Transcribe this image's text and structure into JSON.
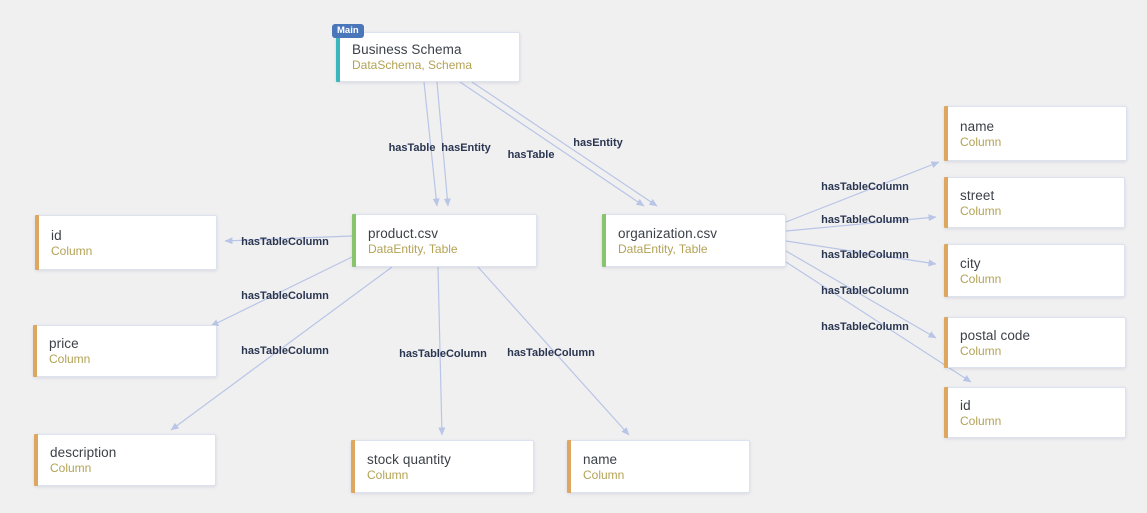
{
  "app": {
    "view": "schema-graph"
  },
  "colors": {
    "canvas_background": "#f0f0f1",
    "schema_accent": "#3ab6bd",
    "table_accent": "#88c46e",
    "column_accent": "#dda75f",
    "edge": "#b9c5e6",
    "edge_label_text": "#2a3550",
    "badge_background": "#4a77ba",
    "badge_text": "#ffffff",
    "node_title_text": "#3c4148",
    "node_subtitle_text": "#b3a356",
    "node_background": "#ffffff"
  },
  "nodes": [
    {
      "id": "business-schema",
      "title": "Business Schema",
      "subtitle": "DataSchema, Schema",
      "type": "schema",
      "badge": "Main"
    },
    {
      "id": "product",
      "title": "product.csv",
      "subtitle": "DataEntity, Table",
      "type": "table"
    },
    {
      "id": "organization",
      "title": "organization.csv",
      "subtitle": "DataEntity, Table",
      "type": "table"
    },
    {
      "id": "id-left",
      "title": "id",
      "subtitle": "Column",
      "type": "column"
    },
    {
      "id": "price",
      "title": "price",
      "subtitle": "Column",
      "type": "column"
    },
    {
      "id": "description",
      "title": "description",
      "subtitle": "Column",
      "type": "column"
    },
    {
      "id": "stock-quantity",
      "title": "stock quantity",
      "subtitle": "Column",
      "type": "column"
    },
    {
      "id": "name-bottom",
      "title": "name",
      "subtitle": "Column",
      "type": "column"
    },
    {
      "id": "name-right",
      "title": "name",
      "subtitle": "Column",
      "type": "column"
    },
    {
      "id": "street",
      "title": "street",
      "subtitle": "Column",
      "type": "column"
    },
    {
      "id": "city",
      "title": "city",
      "subtitle": "Column",
      "type": "column"
    },
    {
      "id": "postal-code",
      "title": "postal code",
      "subtitle": "Column",
      "type": "column"
    },
    {
      "id": "id-right",
      "title": "id",
      "subtitle": "Column",
      "type": "column"
    }
  ],
  "edges": [
    {
      "from": "business-schema",
      "to": "product",
      "label": "hasTable"
    },
    {
      "from": "business-schema",
      "to": "product",
      "label": "hasEntity"
    },
    {
      "from": "business-schema",
      "to": "organization",
      "label": "hasTable"
    },
    {
      "from": "business-schema",
      "to": "organization",
      "label": "hasEntity"
    },
    {
      "from": "product",
      "to": "id-left",
      "label": "hasTableColumn"
    },
    {
      "from": "product",
      "to": "price",
      "label": "hasTableColumn"
    },
    {
      "from": "product",
      "to": "description",
      "label": "hasTableColumn"
    },
    {
      "from": "product",
      "to": "stock-quantity",
      "label": "hasTableColumn"
    },
    {
      "from": "product",
      "to": "name-bottom",
      "label": "hasTableColumn"
    },
    {
      "from": "organization",
      "to": "name-right",
      "label": "hasTableColumn"
    },
    {
      "from": "organization",
      "to": "street",
      "label": "hasTableColumn"
    },
    {
      "from": "organization",
      "to": "city",
      "label": "hasTableColumn"
    },
    {
      "from": "organization",
      "to": "postal-code",
      "label": "hasTableColumn"
    },
    {
      "from": "organization",
      "to": "id-right",
      "label": "hasTableColumn"
    }
  ]
}
